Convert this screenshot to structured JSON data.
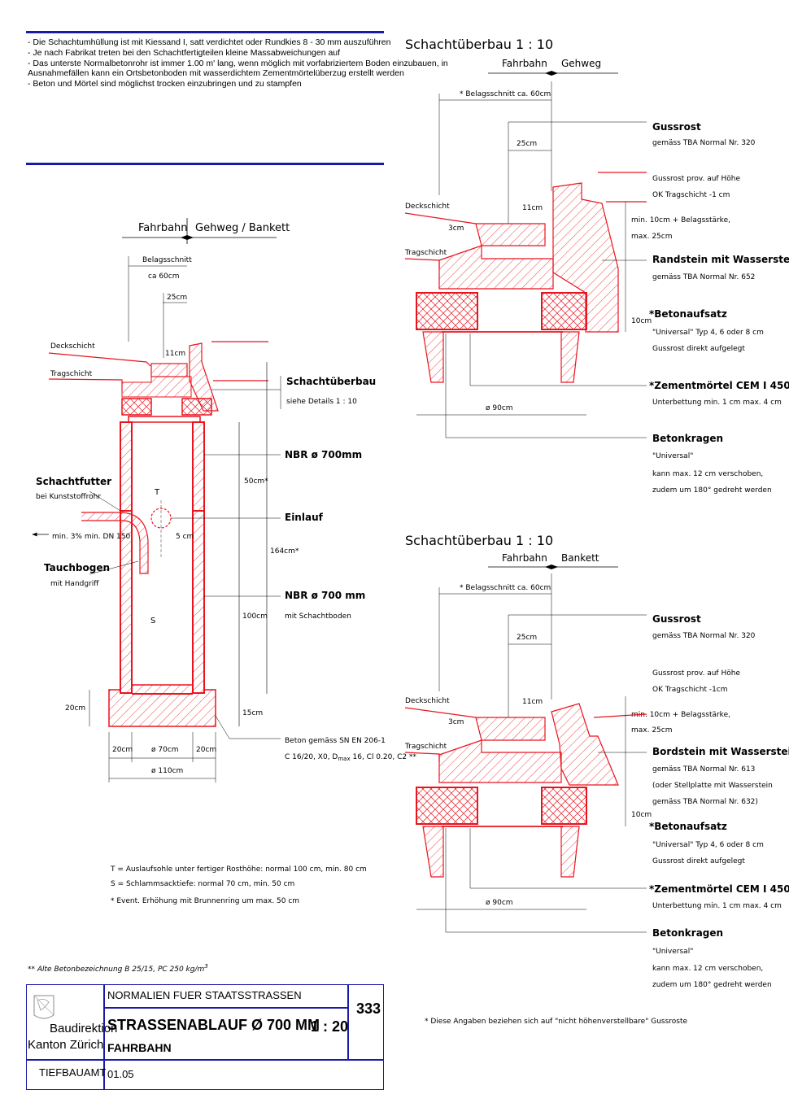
{
  "notes": [
    "-  Die Schachtumhüllung ist mit Kiessand I, satt verdichtet oder Rundkies 8 - 30 mm auszuführen",
    "-  Je nach Fabrikat treten bei den Schachtfertigteilen kleine Massabweichungen auf",
    "-  Das unterste Normalbetonrohr ist immer 1.00 m' lang, wenn möglich mit vorfabriziertem Boden einzubauen, in",
    "   Ausnahmefällen kann ein Ortsbetonboden mit wasserdichtem Zementmörtelüberzug erstellt werden",
    "-  Beton und Mörtel sind möglichst trocken einzubringen und zu stampfen"
  ],
  "main": {
    "label_fahrbahn": "Fahrbahn",
    "label_gehweg_bankett": "Gehweg / Bankett",
    "belagsschnitt": "Belagsschnitt",
    "belagsschnitt_value": "ca 60cm",
    "dim_25cm": "25cm",
    "dim_11cm": "11cm",
    "deckschicht": "Deckschicht",
    "tragschicht": "Tragschicht",
    "schachtueberbau": "Schachtüberbau",
    "schachtueberbau_sub": "siehe Details 1 : 10",
    "nbr_top": "NBR ø 700mm",
    "dim_50cm": "50cm*",
    "schachtfutter": "Schachtfutter",
    "schachtfutter_sub": "bei Kunststoffrohr",
    "einlauf": "Einlauf",
    "t_label": "T",
    "dim_5cm": "5 cm",
    "min_slope": "min. 3%   min. DN 150",
    "dim_164cm": "164cm*",
    "tauchbogen": "Tauchbogen",
    "tauchbogen_sub": "mit Handgriff",
    "nbr_bottom": "NBR ø 700 mm",
    "nbr_bottom_sub": "mit Schachtboden",
    "s_label": "S",
    "dim_100cm": "100cm",
    "dim_20cm_left": "20cm",
    "dim_15cm": "15cm",
    "beton_line1": "Beton gemäss SN EN 206-1",
    "beton_line2": "C 16/20, X0, D",
    "beton_max": "max",
    "beton_line2b": " 16, Cl 0.20, C2 **",
    "dim_20cm_a": "20cm",
    "dim_70cm": "ø 70cm",
    "dim_20cm_b": "20cm",
    "dim_110cm": "ø 110cm",
    "legend_t": "T = Auslaufsohle unter fertiger Rosthöhe: normal 100 cm, min. 80 cm",
    "legend_s": "S = Schlammsacktiefe: normal 70 cm, min. 50 cm",
    "legend_star": "*    Event. Erhöhung mit Brunnenring um max. 50 cm",
    "old_concrete": "** Alte Betonbezeichnung B 25/15, PC 250 kg/m",
    "old_concrete_sup": "3"
  },
  "detail1": {
    "title": "Schachtüberbau 1 : 10",
    "fahrbahn": "Fahrbahn",
    "gehweg": "Gehweg",
    "belag": "* Belagsschnitt ca. 60cm",
    "gussrost": "Gussrost",
    "gussrost_sub": "gemäss TBA Normal Nr. 320",
    "dim_25cm": "25cm",
    "prov1": "Gussrost prov. auf Höhe",
    "prov2": "OK Tragschicht -1 cm",
    "deckschicht": "Deckschicht",
    "dim_11cm": "11cm",
    "dim_3cm": "3cm",
    "min10_1": "min. 10cm + Belagsstärke,",
    "min10_2": "max. 25cm",
    "tragschicht": "Tragschicht",
    "randstein": "Randstein mit Wasserstein",
    "randstein_sub": "gemäss TBA Normal Nr. 652",
    "betonaufsatz": "*Betonaufsatz",
    "betonaufsatz_sub1": "\"Universal\" Typ 4, 6 oder 8 cm",
    "betonaufsatz_sub2": "Gussrost direkt aufgelegt",
    "dim_10cm": "10cm",
    "zement": "*Zementmörtel CEM I 450",
    "zement_sub": "Unterbettung min. 1 cm max. 4 cm",
    "dim_90cm": "ø 90cm",
    "betonkragen": "Betonkragen",
    "betonkragen_sub1": "\"Universal\"",
    "betonkragen_sub2": "kann max. 12 cm verschoben,",
    "betonkragen_sub3": "zudem um 180° gedreht werden"
  },
  "detail2": {
    "title": "Schachtüberbau 1 : 10",
    "fahrbahn": "Fahrbahn",
    "bankett": "Bankett",
    "belag": "* Belagsschnitt ca. 60cm",
    "gussrost": "Gussrost",
    "gussrost_sub": "gemäss TBA Normal Nr. 320",
    "dim_25cm": "25cm",
    "prov1": "Gussrost prov. auf Höhe",
    "prov2": "OK Tragschicht -1cm",
    "deckschicht": "Deckschicht",
    "dim_11cm": "11cm",
    "dim_3cm": "3cm",
    "min10_1": "min. 10cm + Belagsstärke,",
    "min10_2": "max. 25cm",
    "tragschicht": "Tragschicht",
    "bordstein": "Bordstein mit Wasserstein",
    "bordstein_sub1": "gemäss TBA Normal Nr. 613",
    "bordstein_sub2": "(oder Stellplatte mit Wasserstein",
    "bordstein_sub3": "gemäss TBA Normal Nr. 632)",
    "dim_10cm": "10cm",
    "betonaufsatz": "*Betonaufsatz",
    "betonaufsatz_sub1": "\"Universal\" Typ 4, 6 oder 8 cm",
    "betonaufsatz_sub2": "Gussrost direkt aufgelegt",
    "zement": "*Zementmörtel CEM I 450",
    "zement_sub": "Unterbettung min. 1 cm max. 4 cm",
    "dim_90cm": "ø 90cm",
    "betonkragen": "Betonkragen",
    "betonkragen_sub1": "\"Universal\"",
    "betonkragen_sub2": "kann max. 12 cm verschoben,",
    "betonkragen_sub3": "zudem um 180° gedreht werden"
  },
  "footnote": "* Diese Angaben beziehen sich auf \"nicht höhenverstellbare\" Gussroste",
  "titleblock": {
    "dept1": "Baudirektion",
    "dept2": "Kanton Zürich",
    "office": "TIEFBAUAMT",
    "series": "NORMALIEN FUER STAATSSTRASSEN",
    "title": "STRASSENABLAUF  Ø 700 MM",
    "scale": "1 : 20",
    "subtitle": "FAHRBAHN",
    "number": "333",
    "date": "01.05"
  },
  "colors": {
    "accent": "#1a1aa6",
    "drawing": "#e8141e"
  }
}
